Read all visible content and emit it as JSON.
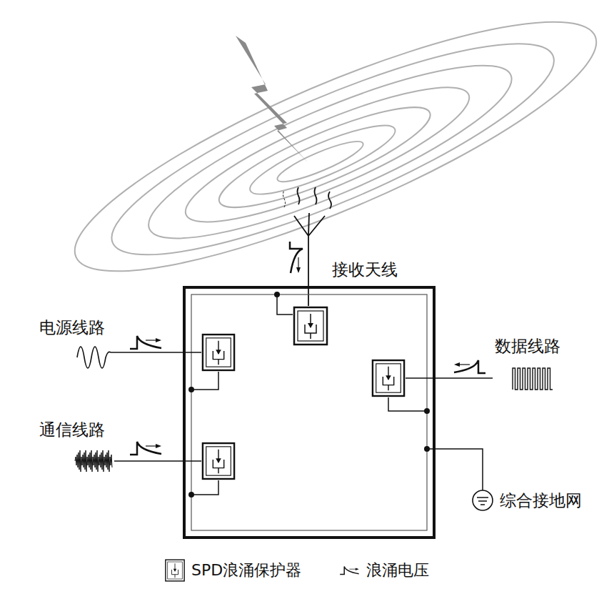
{
  "diagram": {
    "labels": [
      "接收天线",
      "电源线路",
      "通信线路",
      "数据线路",
      "综合接地网"
    ],
    "legend": [
      {
        "text": "SPD浪涌保护器"
      },
      {
        "text": "浪涌电压"
      }
    ]
  }
}
